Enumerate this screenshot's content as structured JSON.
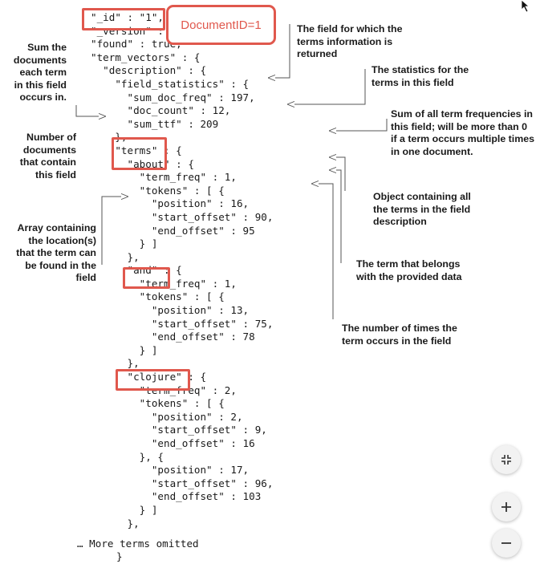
{
  "code_lines": [
    "\"_id\" : \"1\",",
    "\"_version\" : 2,",
    "\"found\" : true,",
    "\"term_vectors\" : {",
    "  \"description\" : {",
    "    \"field_statistics\" : {",
    "      \"sum_doc_freq\" : 197,",
    "      \"doc_count\" : 12,",
    "      \"sum_ttf\" : 209",
    "    },",
    "    \"terms\" : {",
    "      \"about\" : {",
    "        \"term_freq\" : 1,",
    "        \"tokens\" : [ {",
    "          \"position\" : 16,",
    "          \"start_offset\" : 90,",
    "          \"end_offset\" : 95",
    "        } ]",
    "      },",
    "      \"and\" : {",
    "        \"term_freq\" : 1,",
    "        \"tokens\" : [ {",
    "          \"position\" : 13,",
    "          \"start_offset\" : 75,",
    "          \"end_offset\" : 78",
    "        } ]",
    "      },",
    "      \"clojure\" : {",
    "        \"term_freq\" : 2,",
    "        \"tokens\" : [ {",
    "          \"position\" : 2,",
    "          \"start_offset\" : 9,",
    "          \"end_offset\" : 16",
    "        }, {",
    "          \"position\" : 17,",
    "          \"start_offset\" : 96,",
    "          \"end_offset\" : 103",
    "        } ]",
    "      },"
  ],
  "more_terms": "… More terms omitted",
  "closing_brace": "}",
  "callout": "DocumentID=1",
  "annotations": {
    "field_for_terms": "The field for which the terms information is returned",
    "field_statistics": "The statistics for the terms in this field",
    "sum_ttf": "Sum of all term frequencies in this field; will be more than 0 if a term occurs multiple times in one document.",
    "terms_object": "Object containing all the terms in the field description",
    "term_belongs": "The term that belongs with the provided data",
    "term_freq": "The number of times the term occurs in the field",
    "sum_doc_freq": "Sum the documents each term in this field occurs in.",
    "doc_count": "Number of documents that contain this field",
    "tokens": "Array containing the location(s) that the term can be found in the field"
  },
  "icons": {
    "collapse": "collapse-icon",
    "zoom_in": "zoom-in-icon",
    "zoom_out": "zoom-out-icon",
    "cursor": "cursor-arrow-icon"
  },
  "colors": {
    "highlight": "#e0584d",
    "text": "#1a1a1a",
    "leader": "#555555"
  }
}
